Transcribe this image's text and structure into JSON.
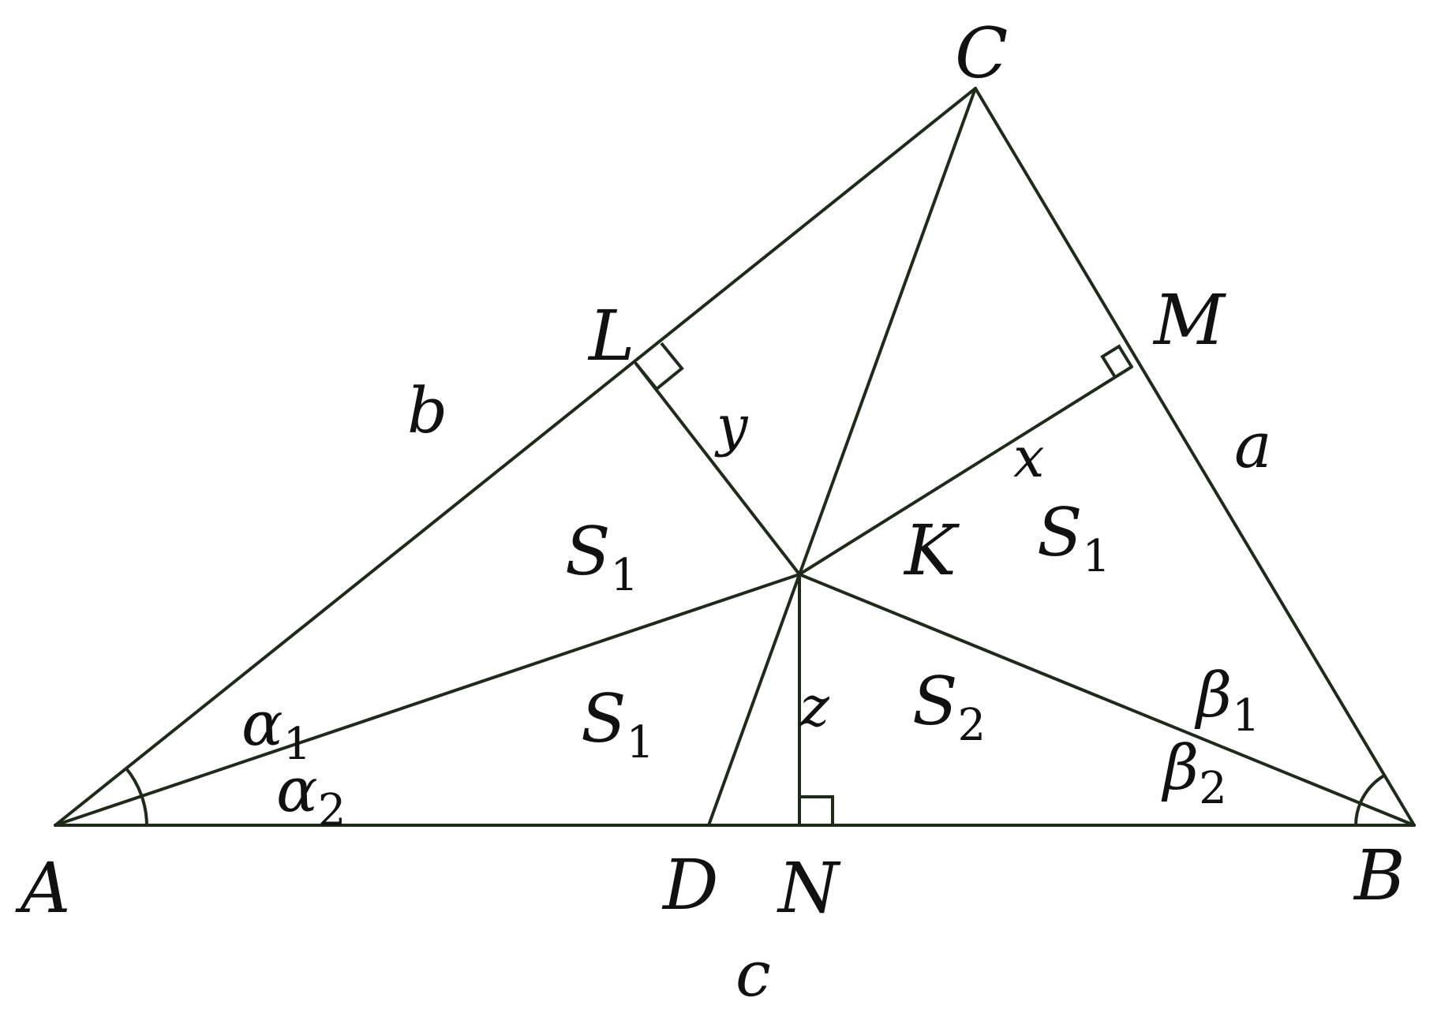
{
  "points": {
    "A": "A",
    "B": "B",
    "C": "C",
    "D": "D",
    "N": "N",
    "L": "L",
    "M": "M",
    "K": "K"
  },
  "sides": {
    "a": "a",
    "b": "b",
    "c": "c"
  },
  "distances": {
    "x": "x",
    "y": "y",
    "z": "z"
  },
  "areas": {
    "upper_left": {
      "base": "S",
      "sub": "1"
    },
    "lower_left": {
      "base": "S",
      "sub": "1"
    },
    "right": {
      "base": "S",
      "sub": "1"
    },
    "bottom_right": {
      "base": "S",
      "sub": "2"
    }
  },
  "angles": {
    "alpha1": {
      "base": "α",
      "sub": "1"
    },
    "alpha2": {
      "base": "α",
      "sub": "2"
    },
    "beta1": {
      "base": "β",
      "sub": "1"
    },
    "beta2": {
      "base": "β",
      "sub": "2"
    }
  },
  "right_angle_marks": [
    "L",
    "M",
    "N"
  ]
}
